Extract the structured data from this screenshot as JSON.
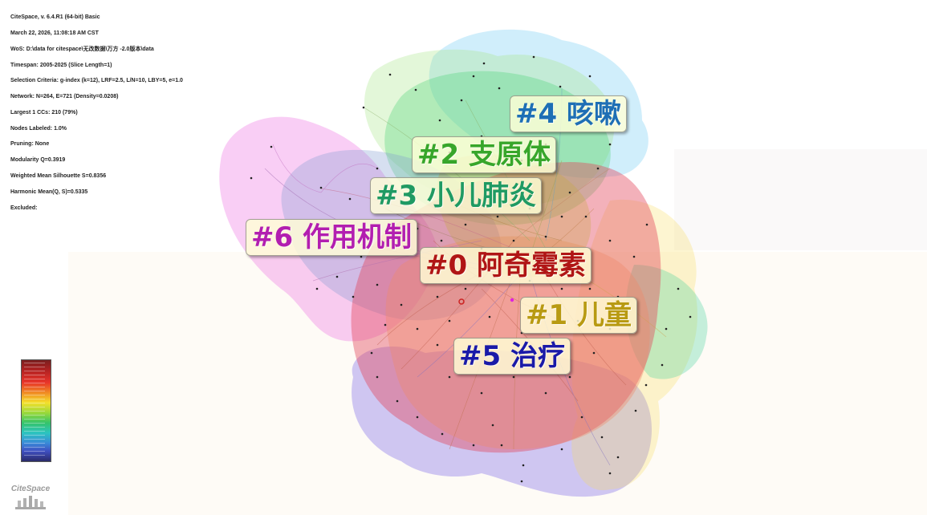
{
  "info_lines": [
    "CiteSpace, v. 6.4.R1 (64-bit) Basic",
    "March 22, 2026, 11:08:18 AM CST",
    "WoS: D:\\data for citespace\\无改数据\\万方 -2.0版本\\data",
    "Timespan: 2005-2025 (Slice Length=1)",
    "Selection Criteria: g-index (k=12), LRF=2.5, L/N=10, LBY=5, e=1.0",
    "Network: N=264, E=721 (Density=0.0208)",
    "Largest 1 CCs: 210 (79%)",
    "Nodes Labeled: 1.0%",
    "Pruning: None",
    "Modularity Q=0.3919",
    "Weighted Mean Silhouette S=0.8356",
    "Harmonic Mean(Q, S)=0.5335",
    "Excluded:"
  ],
  "clusters": [
    {
      "id": "#0",
      "label": "阿奇霉素",
      "text": "#0 阿奇霉素",
      "color": "#b01515"
    },
    {
      "id": "#1",
      "label": "儿童",
      "text": "#1 儿童",
      "color": "#b89a12"
    },
    {
      "id": "#2",
      "label": "支原体",
      "text": "#2 支原体",
      "color": "#37a62a"
    },
    {
      "id": "#3",
      "label": "小儿肺炎",
      "text": "#3 小儿肺炎",
      "color": "#1f9a63"
    },
    {
      "id": "#4",
      "label": "咳嗽",
      "text": "#4 咳嗽",
      "color": "#1e6fb5"
    },
    {
      "id": "#5",
      "label": "治疗",
      "text": "#5 治疗",
      "color": "#1a1aa8"
    },
    {
      "id": "#6",
      "label": "作用机制",
      "text": "#6 作用机制",
      "color": "#b21eb0"
    }
  ],
  "logo_text": "CiteSpace"
}
